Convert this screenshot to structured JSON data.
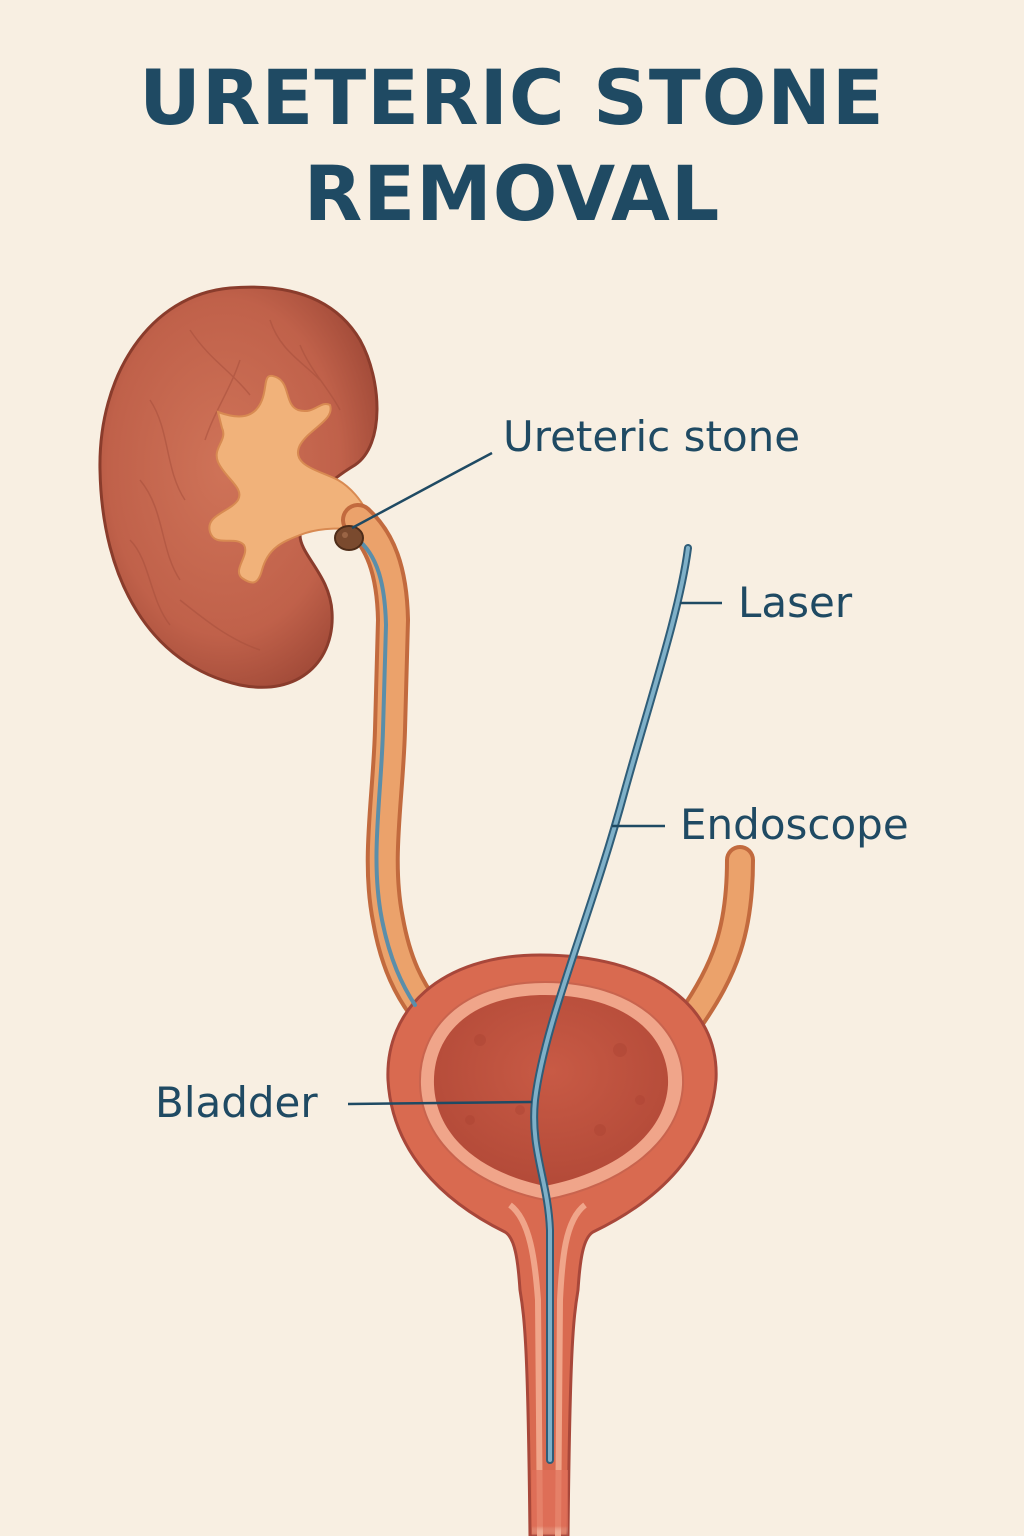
{
  "title": {
    "line1": "URETERIC STONE",
    "line2": "REMOVAL"
  },
  "labels": {
    "stone": "Ureteric stone",
    "laser": "Laser",
    "endoscope": "Endoscope",
    "bladder": "Bladder"
  },
  "colors": {
    "background": "#f8efe2",
    "text": "#1f4a63",
    "kidney": "#c0614a",
    "pelvis": "#f1b27a",
    "ureter": "#e8a26a",
    "bladder": "#d7604b",
    "scope": "#5a8eaa",
    "stone": "#7a4a2e"
  }
}
